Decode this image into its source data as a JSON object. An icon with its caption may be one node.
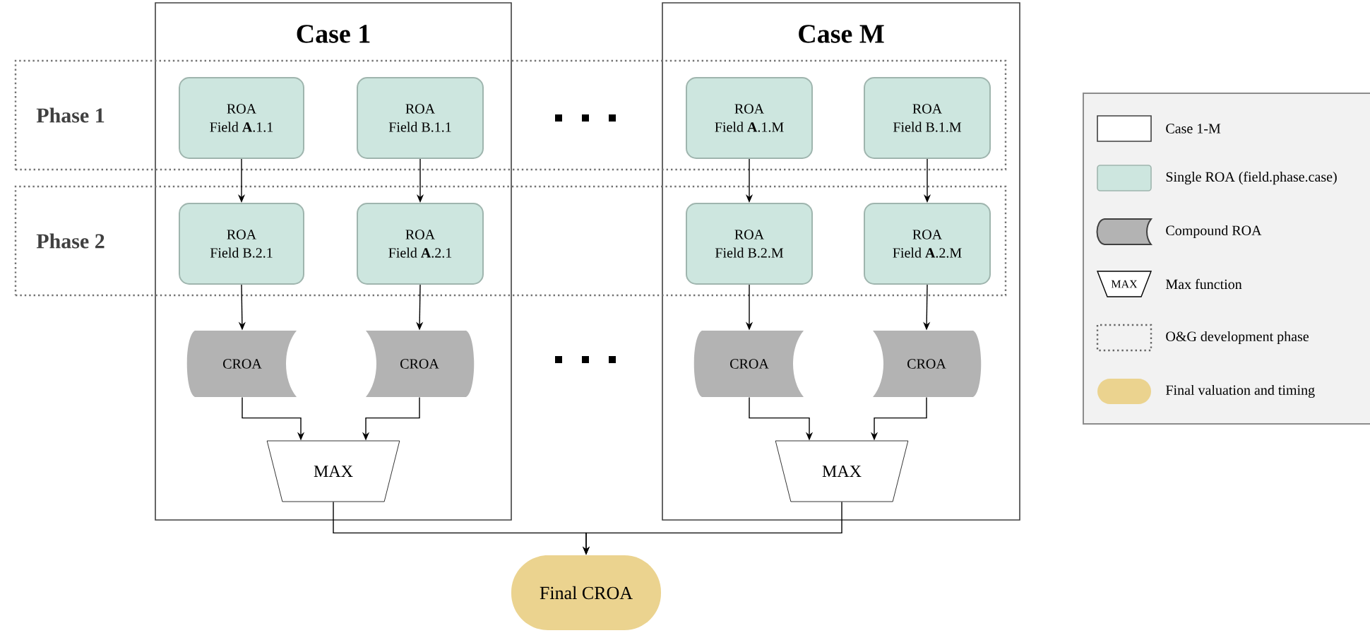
{
  "diagram": {
    "nodes": [
      {
        "text": [
          "Case 1"
        ]
      },
      {
        "text": [
          "Case M"
        ]
      },
      {
        "text": [
          "Phase 1"
        ]
      },
      {
        "text": [
          "Phase 2"
        ]
      },
      {
        "text": [
          "ROA",
          "Field **A**.1.1"
        ]
      },
      {
        "text": [
          "ROA",
          "Field B.1.1"
        ]
      },
      {
        "text": [
          "ROA",
          "Field B.2.1"
        ]
      },
      {
        "text": [
          "ROA",
          "Field **A**.2.1"
        ]
      },
      {
        "text": [
          "CROA"
        ],
        "in": 0
      },
      {
        "text": [
          "CROA"
        ],
        "in": 0
      },
      {
        "text": [
          "MAX"
        ],
        "in": 0
      },
      {
        "text": [
          "ROA",
          "Field **A**.1.M"
        ]
      },
      {
        "text": [
          "ROA",
          "Field B.1.M"
        ]
      },
      {
        "text": [
          "ROA",
          "Field B.2.M"
        ]
      },
      {
        "text": [
          "ROA",
          "Field **A**.2.M"
        ]
      },
      {
        "text": [
          "CROA"
        ],
        "in": 1
      },
      {
        "text": [
          "CROA"
        ],
        "in": 1
      },
      {
        "text": [
          "MAX"
        ],
        "in": 1
      },
      {
        "text": [
          "Final CROA"
        ]
      }
    ],
    "edges": [
      {
        "from": 4,
        "to": 6,
        "arrow": "to"
      },
      {
        "from": 5,
        "to": 7,
        "arrow": "to"
      },
      {
        "from": 6,
        "to": 8,
        "arrow": "to"
      },
      {
        "from": 7,
        "to": 9,
        "arrow": "to"
      },
      {
        "from": 8,
        "to": 10,
        "arrow": "to"
      },
      {
        "from": 9,
        "to": 10,
        "arrow": "to"
      },
      {
        "from": 11,
        "to": 13,
        "arrow": "to"
      },
      {
        "from": 12,
        "to": 14,
        "arrow": "to"
      },
      {
        "from": 13,
        "to": 15,
        "arrow": "to"
      },
      {
        "from": 14,
        "to": 16,
        "arrow": "to"
      },
      {
        "from": 15,
        "to": 17,
        "arrow": "to"
      },
      {
        "from": 16,
        "to": 17,
        "arrow": "to"
      },
      {
        "from": 10,
        "to": 18,
        "arrow": "to"
      },
      {
        "from": 17,
        "to": 18,
        "arrow": "to"
      }
    ],
    "labels": [
      "MAX"
    ],
    "legend": [
      {
        "text": "Case 1-M"
      },
      {
        "text": "Single ROA (field.phase.case)",
        "color": "#cde6df"
      },
      {
        "text": "Compound ROA"
      },
      {
        "text": "Max function"
      },
      {
        "text": "O&G development phase"
      },
      {
        "text": "Final valuation and timing",
        "color": "#ebd38f"
      }
    ]
  }
}
